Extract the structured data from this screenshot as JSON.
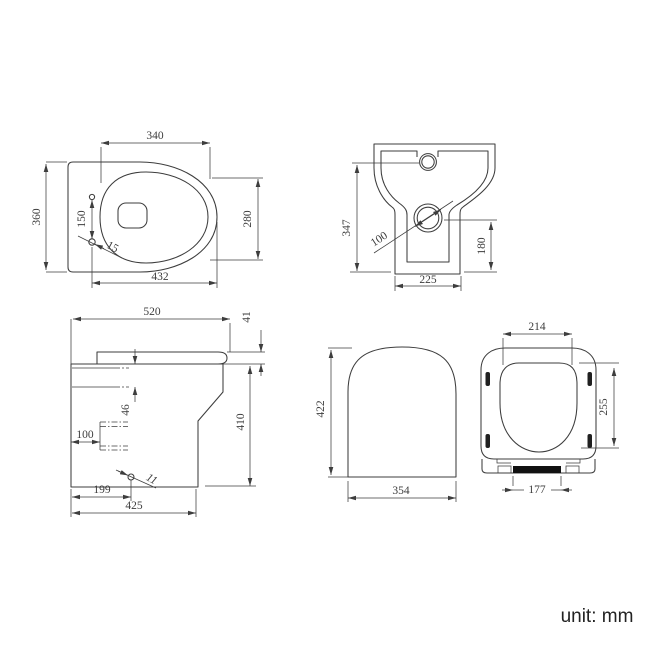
{
  "unit_label": "unit: mm",
  "colors": {
    "line": "#3d3d3d",
    "text": "#3d3d3d",
    "unit_text": "#222222",
    "hinge_bar": "#111111",
    "background": "#ffffff"
  },
  "views": {
    "top_view": {
      "bowl_width": "340",
      "overall_depth": "360",
      "fixing_hole_spacing": "150",
      "bowl_depth": "280",
      "overall_length": "432",
      "fixing_hole_dia": "15"
    },
    "back_view": {
      "inlet_height": "347",
      "outlet_dia": "100",
      "outlet_height": "180",
      "base_width": "225"
    },
    "side_view": {
      "overall_depth": "520",
      "seat_overhang": "41",
      "rim_drop": "46",
      "outlet_offset": "100",
      "body_height": "410",
      "fixing_hole_offset": "199",
      "base_depth": "425",
      "fixing_hole_dia": "11"
    },
    "front_view": {
      "overall_height": "422",
      "overall_width": "354"
    },
    "seat_view": {
      "lid_top_width": "214",
      "lid_opening_depth": "255",
      "hinge_bar_width": "177"
    }
  }
}
